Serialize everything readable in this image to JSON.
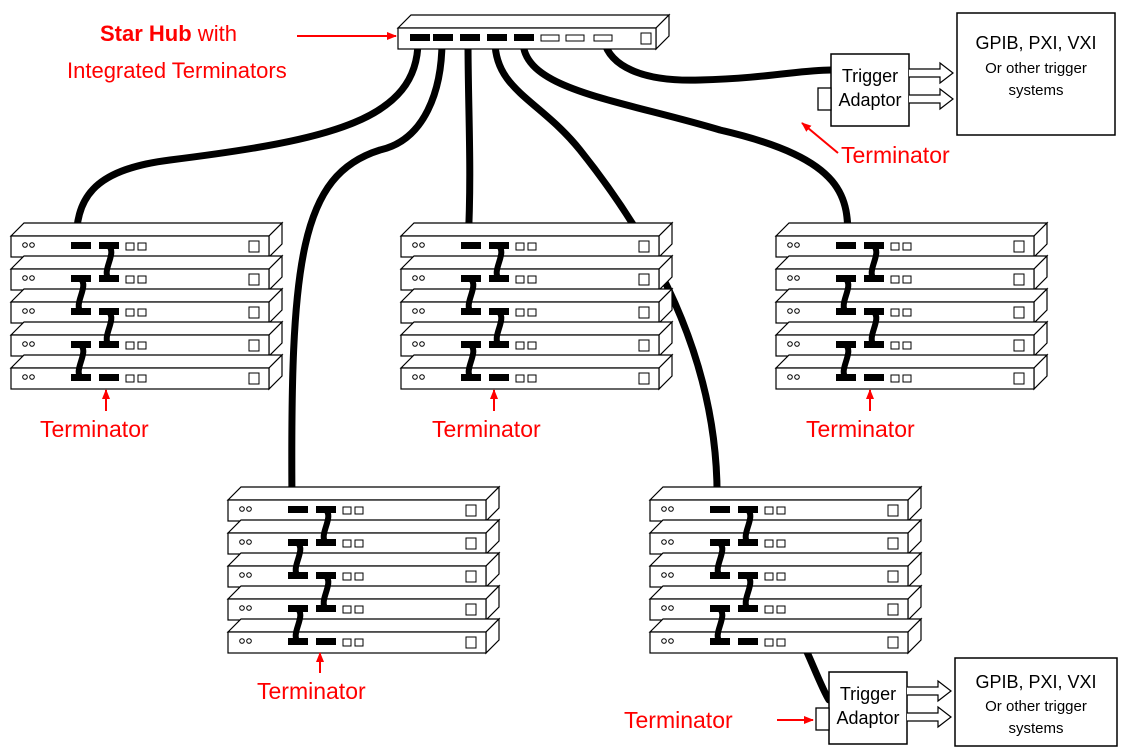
{
  "hub": {
    "label_bold": "Star Hub",
    "label_rest": " with",
    "label_line2": "Integrated Terminators"
  },
  "adaptor": {
    "line1": "Trigger",
    "line2": "Adaptor"
  },
  "system_box": {
    "line1": "GPIB, PXI, VXI",
    "line2": "Or other trigger",
    "line3": "systems"
  },
  "terminator_label": "Terminator",
  "colors": {
    "annotation": "#ff0000",
    "line": "#000000",
    "fill": "#ffffff"
  }
}
